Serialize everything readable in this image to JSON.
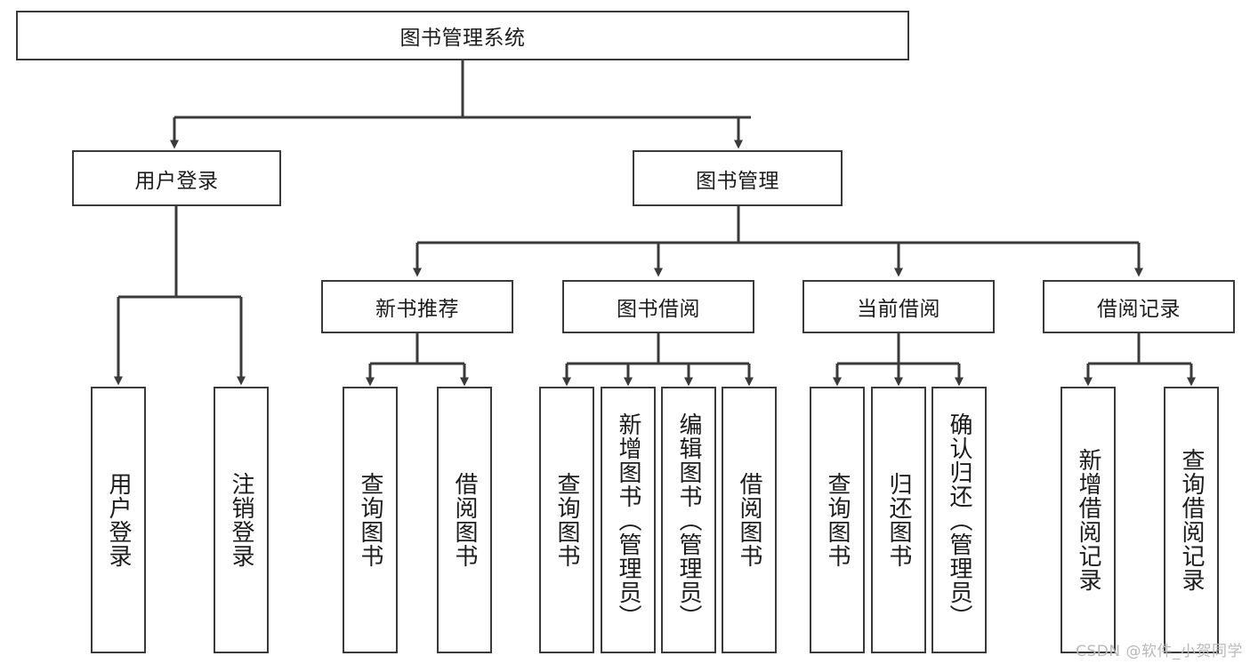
{
  "diagram": {
    "title": "图书管理系统",
    "type": "tree",
    "orientation": "top-down",
    "colors": {
      "box_border": "#3a3a3a",
      "box_fill": "#ffffff",
      "edge": "#3a3a3a",
      "text": "#1c1c1c",
      "watermark": "#b9b9b9",
      "background": "#ffffff"
    },
    "root": {
      "id": "root",
      "label": "图书管理系统",
      "orientation": "horizontal"
    },
    "level2": [
      {
        "id": "user-login",
        "label": "用户登录",
        "orientation": "horizontal"
      },
      {
        "id": "book-manage",
        "label": "图书管理",
        "orientation": "horizontal"
      }
    ],
    "level3": [
      {
        "id": "new-book-recommend",
        "label": "新书推荐",
        "orientation": "horizontal",
        "parent": "book-manage"
      },
      {
        "id": "book-borrow",
        "label": "图书借阅",
        "orientation": "horizontal",
        "parent": "book-manage"
      },
      {
        "id": "current-borrow",
        "label": "当前借阅",
        "orientation": "horizontal",
        "parent": "book-manage"
      },
      {
        "id": "borrow-record",
        "label": "借阅记录",
        "orientation": "horizontal",
        "parent": "book-manage"
      }
    ],
    "leaves": {
      "user-login": [
        {
          "id": "leaf-user-login",
          "label": "用户登录"
        },
        {
          "id": "leaf-user-logout",
          "label": "注销登录"
        }
      ],
      "new-book-recommend": [
        {
          "id": "leaf-query-book-1",
          "label": "查询图书"
        },
        {
          "id": "leaf-borrow-book-1",
          "label": "借阅图书"
        }
      ],
      "book-borrow": [
        {
          "id": "leaf-query-book-2",
          "label": "查询图书"
        },
        {
          "id": "leaf-add-book",
          "label": "新增图书（管理员）"
        },
        {
          "id": "leaf-edit-book",
          "label": "编辑图书（管理员）"
        },
        {
          "id": "leaf-borrow-book-2",
          "label": "借阅图书"
        }
      ],
      "current-borrow": [
        {
          "id": "leaf-query-book-3",
          "label": "查询图书"
        },
        {
          "id": "leaf-return-book",
          "label": "归还图书"
        },
        {
          "id": "leaf-confirm-return",
          "label": "确认归还（管理员）"
        }
      ],
      "borrow-record": [
        {
          "id": "leaf-add-record",
          "label": "新增借阅记录"
        },
        {
          "id": "leaf-query-record",
          "label": "查询借阅记录"
        }
      ]
    }
  },
  "watermark": {
    "text": "CSDN @软件_小贺同学"
  }
}
